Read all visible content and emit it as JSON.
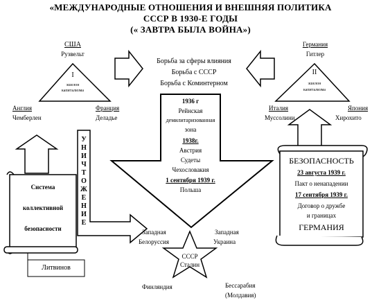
{
  "title": {
    "line1": "«МЕЖДУНАРОДНЫЕ ОТНОШЕНИЯ И ВНЕШНЯЯ ПОЛИТИКА",
    "line2": "СССР В 1930-Е ГОДЫ",
    "line3": "(« ЗАВТРА БЫЛА ВОЙНА»)"
  },
  "left_triangle": {
    "top_country": "США",
    "top_leader": "Рузвельт",
    "numeral": "I",
    "caption1": "эшелон",
    "caption2": "капитализма",
    "left_country": "Англия",
    "left_leader": "Чемберлен",
    "right_country": "Франция",
    "right_leader": "Деладье"
  },
  "right_triangle": {
    "top_country": "Германия",
    "top_leader": "Гитлер",
    "numeral": "II",
    "caption1": "эшелон",
    "caption2": "капитализма",
    "left_country": "Италия",
    "left_leader": "Муссолини",
    "right_country": "Япония",
    "right_leader": "Хирохито"
  },
  "center_text": {
    "line1": "Борьба за сферы влияния",
    "line2": "Борьба с СССР",
    "line3": "Борьба с Коминтерном"
  },
  "big_arrow": {
    "year1936": "1936 г",
    "rhine1": "Рейнская",
    "rhine2": "демилитаризованная",
    "rhine3": "зона",
    "year1938": "1938г.",
    "austria": "Австрия",
    "sudety": "Судеты",
    "czech": "Чехословакия",
    "date1939": "1 сентября 1939 г.",
    "poland": "Польша"
  },
  "destruction_letters": [
    "У",
    "Н",
    "И",
    "Ч",
    "Т",
    "О",
    "Ж",
    "Е",
    "Н",
    "И",
    "Е"
  ],
  "left_scroll": {
    "line1": "Система",
    "line2": "коллективной",
    "line3": "безопасности",
    "name": "Литвинов"
  },
  "right_scroll": {
    "heading": "БЕЗОПАСНОСТЬ",
    "date1": "23 августа 1939 г.",
    "pact": "Пакт о ненападении",
    "date2": "17 сентября 1939 г.",
    "treaty1": "Договор о дружбе",
    "treaty2": "и границах",
    "country": "ГЕРМАНИЯ"
  },
  "star": {
    "line1": "СССР",
    "line2": "Сталин"
  },
  "territories": {
    "west_bel1": "Западная",
    "west_bel2": "Белоруссия",
    "west_ukr1": "Западная",
    "west_ukr2": "Украина",
    "finland": "Финляндия",
    "bess1": "Бессарабия",
    "bess2": "(Молдавия)"
  }
}
